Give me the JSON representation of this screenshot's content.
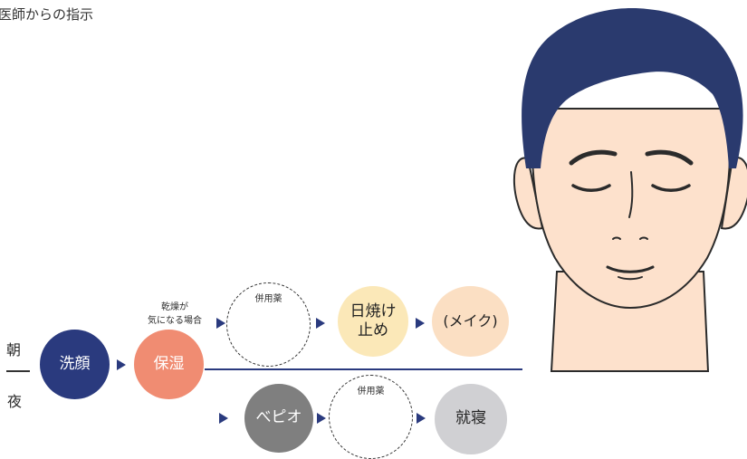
{
  "heading": "医師からの指示",
  "labels": {
    "morning": "朝",
    "night": "夜"
  },
  "steps": {
    "wash": "洗顔",
    "moisturize": "保湿",
    "sunscreen_line1": "日焼け",
    "sunscreen_line2": "止め",
    "makeup": "(メイク)",
    "bepio": "べピオ",
    "sleep": "就寝"
  },
  "concomitant": {
    "morning": "併用薬",
    "night": "併用薬"
  },
  "dry_note": {
    "line1": "乾燥が",
    "line2": "気になる場合"
  },
  "colors": {
    "navy": "#2a3a7e",
    "salmon": "#f08c72",
    "sun_yellow": "#fbe8b8",
    "peach": "#fbdfc3",
    "gray_dark": "#7f7f7f",
    "gray_light": "#d0d0d3",
    "skin": "#fde1cc"
  },
  "illustration": "face-illustration"
}
